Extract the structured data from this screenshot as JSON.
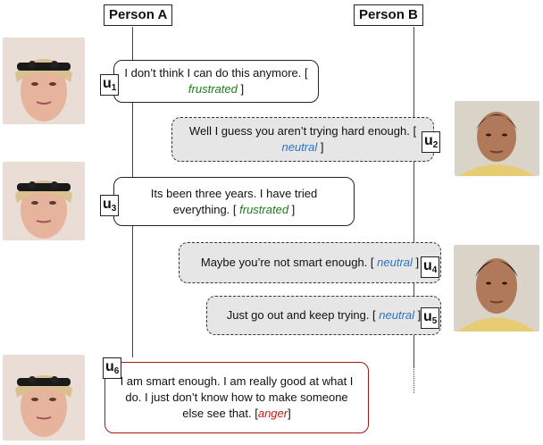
{
  "persons": {
    "a": "Person A",
    "b": "Person B"
  },
  "utterances": [
    {
      "label": "u",
      "index": "1",
      "text": "I don’t think I can do this anymore. [ ",
      "emotion": "frustrated",
      "close": " ]"
    },
    {
      "label": "u",
      "index": "2",
      "text": "Well I guess you aren’t trying hard enough. [ ",
      "emotion": "neutral",
      "close": " ]"
    },
    {
      "label": "u",
      "index": "3",
      "text": "Its been three years. I have tried everything. [ ",
      "emotion": "frustrated",
      "close": " ]"
    },
    {
      "label": "u",
      "index": "4",
      "text": "Maybe you’re not smart enough. [ ",
      "emotion": "neutral",
      "close": " ]"
    },
    {
      "label": "u",
      "index": "5",
      "text": "Just go out and keep trying. [ ",
      "emotion": "neutral",
      "close": " ]"
    },
    {
      "label": "u",
      "index": "6",
      "text": "I am smart enough. I am really good at what I do. I just don’t know how to make someone else see that. [",
      "emotion": "anger",
      "close": "]"
    }
  ],
  "colors": {
    "frustrated": "#1b7d1b",
    "neutral": "#2a72c7",
    "anger": "#c01a1a",
    "bubble_b_fill": "#e6e6e6"
  },
  "images": {
    "person_a_face": "woman-with-headband-photo",
    "person_b_face": "man-in-yellow-shirt-photo"
  }
}
